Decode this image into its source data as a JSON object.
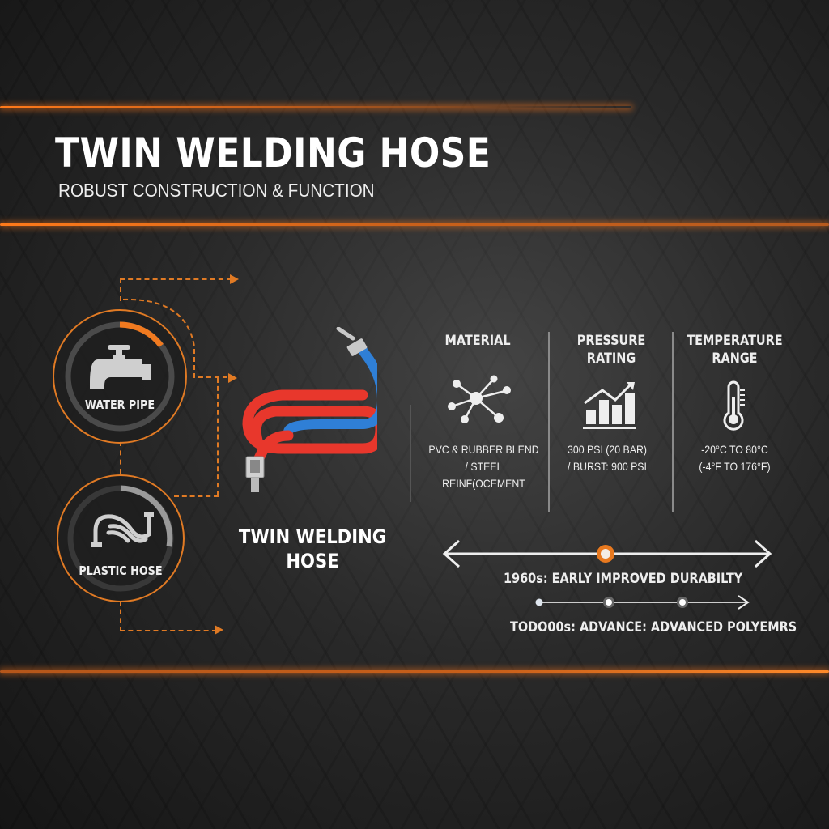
{
  "header": {
    "title": "TWIN WELDING HOSE",
    "subtitle": "ROBUST CONSTRUCTION & FUNCTION"
  },
  "sources": [
    {
      "label": "WATER PIPE",
      "icon": "faucet-icon"
    },
    {
      "label": "PLASTIC HOSE",
      "icon": "hose-wave-icon"
    }
  ],
  "product": {
    "label_line1": "TWIN WELDING",
    "label_line2": "HOSE",
    "icon": "twin-hose-icon",
    "colors": {
      "red": "#e8372c",
      "blue": "#2f7fd6"
    }
  },
  "specs": [
    {
      "title_line1": "MATERIAL",
      "title_line2": "",
      "icon": "molecule-icon",
      "line1": "PVC & RUBBER BLEND",
      "line2": "/ STEEL REINF(OCEMENT"
    },
    {
      "title_line1": "PRESSURE",
      "title_line2": "RATING",
      "icon": "bar-chart-up-icon",
      "line1": "300 PSI (20 BAR)",
      "line2": "/ BURST: 900 PSI"
    },
    {
      "title_line1": "TEMPERATURE",
      "title_line2": "RANGE",
      "icon": "thermometer-icon",
      "line1": "-20°C TO 80°C",
      "line2": "(-4°F TO 176°F)"
    }
  ],
  "timeline": {
    "row1": "1960s:  EARLY  IMPROVED DURABILTY",
    "row2": "TODO00s:  ADVANCE: ADVANCED POLYEMRS"
  },
  "colors": {
    "accent": "#e07a24",
    "background": "#2a2a2a",
    "text": "#f2f2f2"
  }
}
